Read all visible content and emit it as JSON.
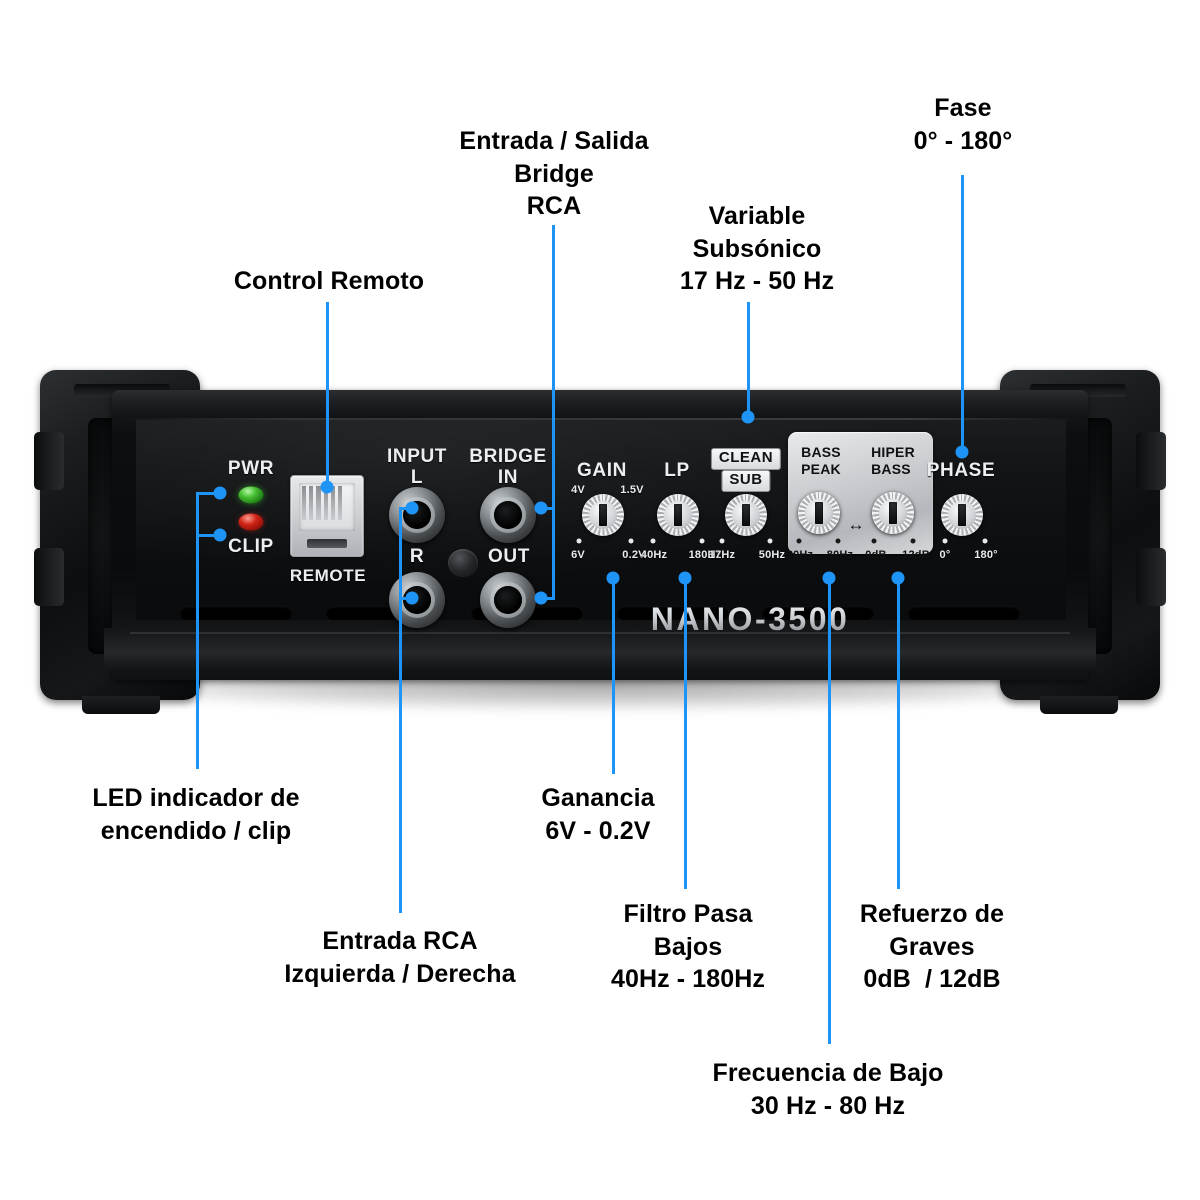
{
  "product": {
    "brand_logo": "NANO-3500"
  },
  "device_panel": {
    "indicators": {
      "pwr_label": "PWR",
      "clip_label": "CLIP"
    },
    "remote": {
      "label": "REMOTE"
    },
    "rca": {
      "input_line1": "INPUT",
      "input_line2": "L",
      "input_r": "R",
      "bridge_line1": "BRIDGE",
      "bridge_line2": "IN",
      "bridge_out": "OUT"
    },
    "controls": [
      {
        "title": "GAIN",
        "top_left": "4V",
        "top_right": "1.5V",
        "bottom_left": "6V",
        "bottom_right": "0.2V"
      },
      {
        "title": "LP",
        "top_left": "",
        "top_right": "",
        "bottom_left": "40Hz",
        "bottom_right": "180Hz"
      },
      {
        "title": "",
        "badge_1": "CLEAN",
        "badge_2": "SUB",
        "bottom_left": "17Hz",
        "bottom_right": "50Hz"
      },
      {
        "title_line1": "BASS",
        "title_line2": "PEAK",
        "bottom_left": "30Hz",
        "bottom_right": "80Hz"
      },
      {
        "title_line1": "HIPER",
        "title_line2": "BASS",
        "bottom_left": "0dB",
        "bottom_right": "12dB"
      },
      {
        "title": "PHASE",
        "bottom_left": "0°",
        "bottom_right": "180°"
      }
    ],
    "bass_panel_arrow": "↔"
  },
  "annotations": {
    "accent_color": "#1f94f7",
    "text_color": "#000000",
    "items": [
      {
        "id": "control-remoto",
        "text": "Control Remoto"
      },
      {
        "id": "entrada-salida-bridge-rca",
        "text": "Entrada / Salida\nBridge\nRCA"
      },
      {
        "id": "variable-subsonico",
        "text": "Variable\nSubsónico\n17 Hz - 50 Hz"
      },
      {
        "id": "fase",
        "text": "Fase\n0° - 180°"
      },
      {
        "id": "led-indicador",
        "text": "LED indicador de\nencendido / clip"
      },
      {
        "id": "entrada-rca",
        "text": "Entrada RCA\nIzquierda / Derecha"
      },
      {
        "id": "ganancia",
        "text": "Ganancia\n6V - 0.2V"
      },
      {
        "id": "filtro-pasa-bajos",
        "text": "Filtro Pasa\nBajos\n40Hz - 180Hz"
      },
      {
        "id": "refuerzo-de-graves",
        "text": "Refuerzo de\nGraves\n0dB  / 12dB"
      },
      {
        "id": "frecuencia-de-bajo",
        "text": "Frecuencia de Bajo\n30 Hz - 80 Hz"
      }
    ]
  }
}
